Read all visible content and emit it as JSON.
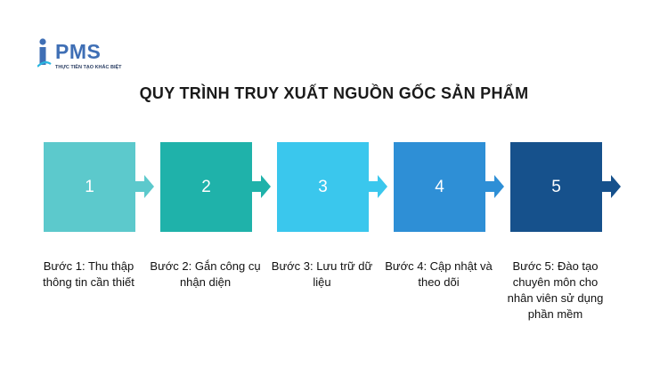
{
  "logo": {
    "brand": "PMS",
    "tagline": "THỰC TIỄN TẠO KHÁC BIỆT",
    "icon": "ipms-logo-mark",
    "color": "#3f6fb5"
  },
  "title": "QUY TRÌNH TRUY XUẤT NGUỒN GỐC SẢN PHẨM",
  "steps": [
    {
      "number": "1",
      "label": "Bước 1: Thu thập thông tin cần thiết",
      "color": "#5cc9cc"
    },
    {
      "number": "2",
      "label": "Bước 2: Gắn công cụ nhận diện",
      "color": "#1fb2aa"
    },
    {
      "number": "3",
      "label": "Bước 3: Lưu trữ dữ liệu",
      "color": "#3ac7ed"
    },
    {
      "number": "4",
      "label": "Bước 4: Cập nhật và theo dõi",
      "color": "#2e8fd6"
    },
    {
      "number": "5",
      "label": "Bước 5: Đào tạo chuyên môn cho nhân viên sử dụng phần mềm",
      "color": "#16518c"
    }
  ]
}
